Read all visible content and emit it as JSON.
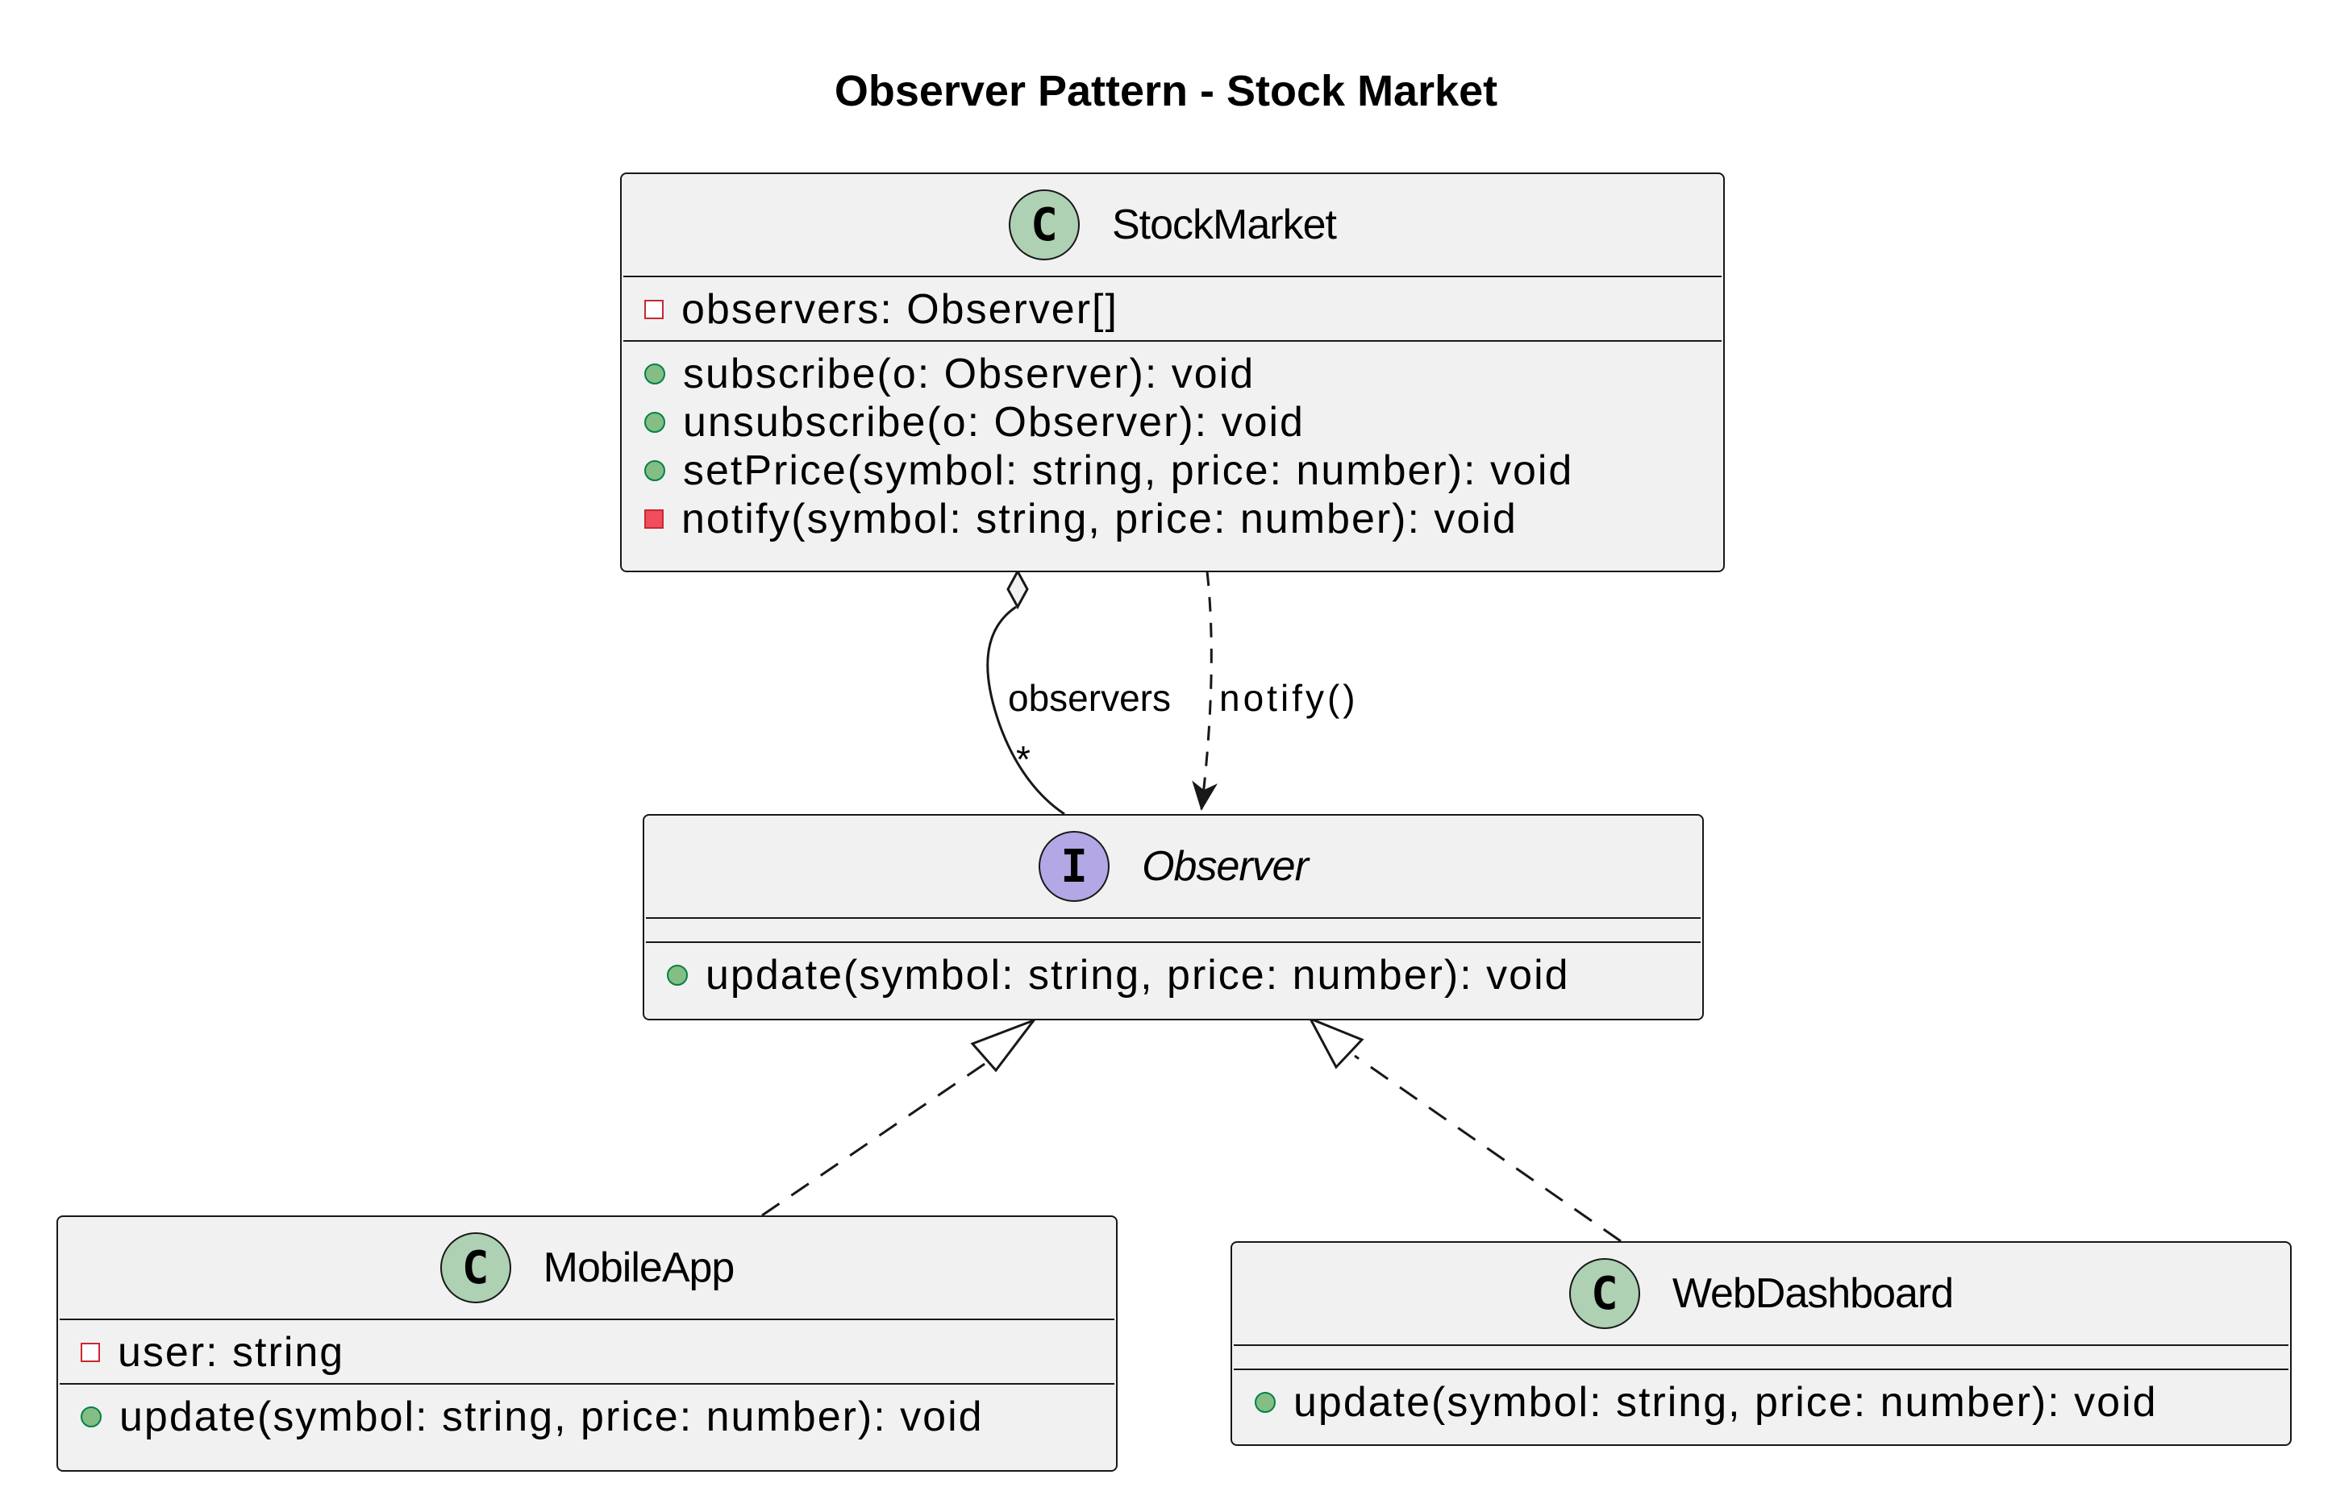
{
  "title": "Observer Pattern - Stock Market",
  "classes": {
    "stock_market": {
      "name": "StockMarket",
      "stereotype_letter": "C",
      "fields": [
        "observers: Observer[]"
      ],
      "methods": [
        "subscribe(o: Observer): void",
        "unsubscribe(o: Observer): void",
        "setPrice(symbol: string, price: number): void",
        "notify(symbol: string, price: number): void"
      ]
    },
    "observer": {
      "name": "Observer",
      "stereotype_letter": "I",
      "methods": [
        "update(symbol: string, price: number): void"
      ]
    },
    "mobile_app": {
      "name": "MobileApp",
      "stereotype_letter": "C",
      "fields": [
        "user: string"
      ],
      "methods": [
        "update(symbol: string, price: number): void"
      ]
    },
    "web_dashboard": {
      "name": "WebDashboard",
      "stereotype_letter": "C",
      "methods": [
        "update(symbol: string, price: number): void"
      ]
    }
  },
  "relations": {
    "aggregation_label": "observers",
    "aggregation_multiplicity": "*",
    "dependency_label": "notify()"
  },
  "colors": {
    "class_circle": "#add1b2",
    "interface_circle": "#b4a7e5",
    "box_fill": "#f1f1f1",
    "public_marker": "#84be84",
    "private_marker": "#c82930"
  }
}
